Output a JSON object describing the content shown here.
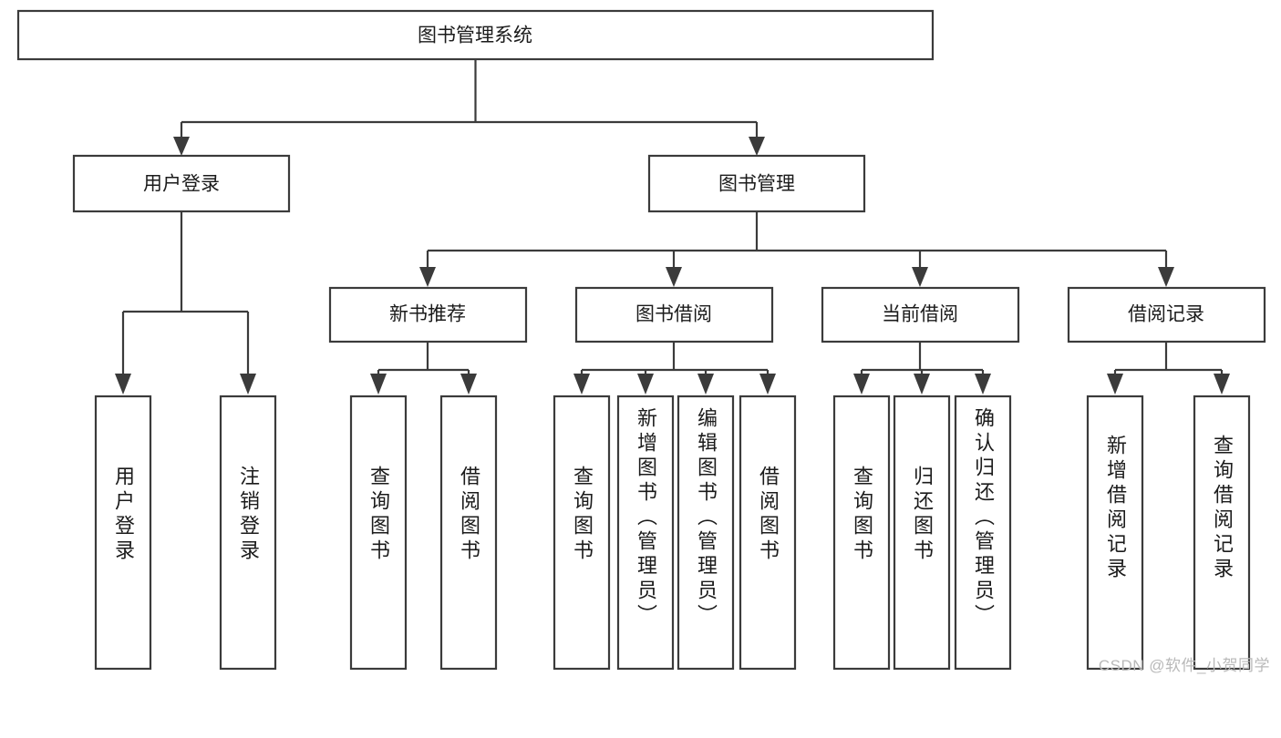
{
  "diagram": {
    "type": "tree",
    "title": "图书管理系统",
    "watermark": "CSDN @软件_小贺同学",
    "colors": {
      "stroke": "#3b3b3b",
      "fill": "#ffffff",
      "text": "#1b1b1b",
      "background": "#ffffff",
      "watermark": "#b9b9b9"
    },
    "root": {
      "label": "图书管理系统"
    },
    "level2": [
      {
        "label": "用户登录"
      },
      {
        "label": "图书管理"
      }
    ],
    "level3": [
      {
        "label": "新书推荐"
      },
      {
        "label": "图书借阅"
      },
      {
        "label": "当前借阅"
      },
      {
        "label": "借阅记录"
      }
    ],
    "leaves": {
      "user_login": [
        {
          "label": "用户登录"
        },
        {
          "label": "注销登录"
        }
      ],
      "new_book_recommend": [
        {
          "label": "查询图书"
        },
        {
          "label": "借阅图书"
        }
      ],
      "book_borrow": [
        {
          "label": "查询图书"
        },
        {
          "label": "新增图书（管理员）"
        },
        {
          "label": "编辑图书（管理员）"
        },
        {
          "label": "借阅图书"
        }
      ],
      "current_borrow": [
        {
          "label": "查询图书"
        },
        {
          "label": "归还图书"
        },
        {
          "label": "确认归还（管理员）"
        }
      ],
      "borrow_record": [
        {
          "label": "新增借阅记录"
        },
        {
          "label": "查询借阅记录"
        }
      ]
    }
  }
}
